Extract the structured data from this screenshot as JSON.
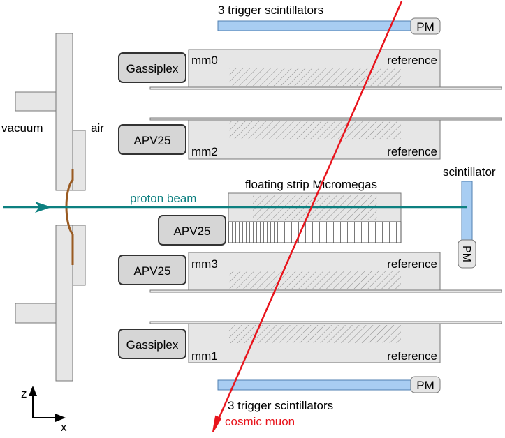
{
  "labels": {
    "trigger_top": "3 trigger scintillators",
    "trigger_bottom": "3 trigger scintillators",
    "pm": "PM",
    "vacuum": "vacuum",
    "air": "air",
    "scintillator": "scintillator",
    "proton_beam": "proton beam",
    "floating_strip": "floating strip Micromegas",
    "cosmic_muon": "cosmic muon",
    "reference": "reference",
    "axis_z": "z",
    "axis_x": "x"
  },
  "detectors": {
    "mm0": {
      "name": "mm0",
      "readout": "Gassiplex"
    },
    "mm2": {
      "name": "mm2",
      "readout": "APV25"
    },
    "floating": {
      "readout": "APV25"
    },
    "mm3": {
      "name": "mm3",
      "readout": "APV25"
    },
    "mm1": {
      "name": "mm1",
      "readout": "Gassiplex"
    }
  },
  "colors": {
    "scintillator_fill": "#a8cdf2",
    "scintillator_stroke": "#4f7fb0",
    "detector_fill": "#e6e6e6",
    "beam": "#0d8080",
    "muon": "#e8141c",
    "window": "#9a5b22",
    "readout_fill": "#d6d6d6",
    "pm_fill": "#e6e6e6"
  },
  "icons": {
    "beam_arrow": "arrow-right-icon",
    "muon_arrow": "arrow-down-icon",
    "axis_arrows": "axis-arrows-icon"
  }
}
